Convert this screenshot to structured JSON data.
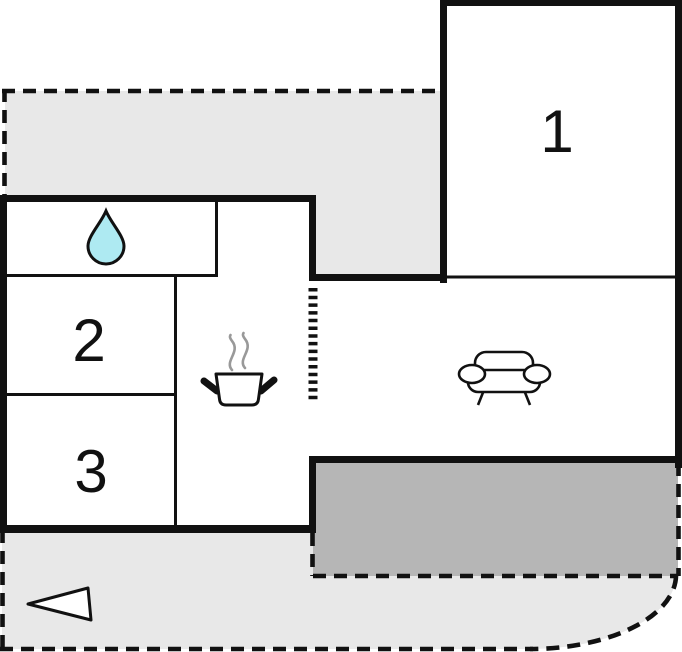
{
  "floor_plan": {
    "room_labels": {
      "room1": "1",
      "room2": "2",
      "room3": "3"
    },
    "icons": [
      {
        "name": "water-drop-icon"
      },
      {
        "name": "cooking-pot-icon"
      },
      {
        "name": "steam-icon"
      },
      {
        "name": "sofa-icon"
      },
      {
        "name": "entrance-arrow-icon"
      }
    ],
    "colors": {
      "wall": "#111111",
      "terrace_light": "#e8e8e8",
      "terrace_dark": "#b6b6b6",
      "interior": "#ffffff",
      "water": "#aeeaf2",
      "steam": "#999999",
      "label": "#111111"
    }
  }
}
